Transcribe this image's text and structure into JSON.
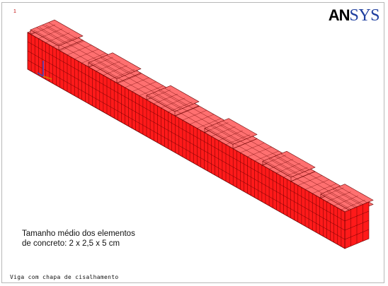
{
  "window": {
    "number": "1",
    "logo_part1": "AN",
    "logo_part2": "SYS",
    "footer_title": "Viga com chapa de cisalhamento"
  },
  "annotation": {
    "line1": "Tamanho médio dos elementos",
    "line2": "de concreto: 2 x 2,5 x 5 cm"
  },
  "model": {
    "element_color": "#ff1a1a",
    "mesh_line_color": "#6a0000",
    "top_face_color": "#ff7070",
    "axis_triad_icon": "xyz-triad-icon"
  }
}
